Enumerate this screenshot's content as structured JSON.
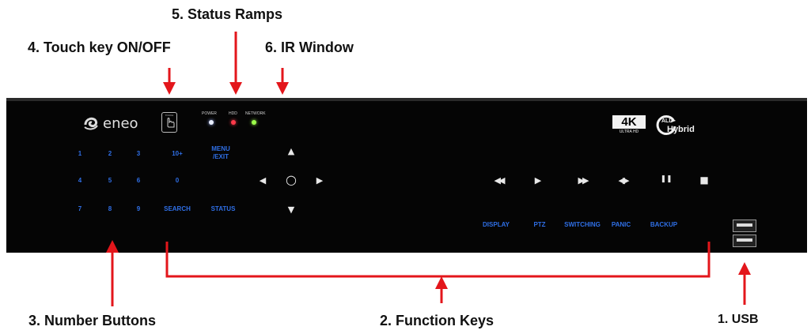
{
  "callouts": {
    "status_ramps": "5. Status Ramps",
    "touch_key": "4. Touch key ON/OFF",
    "ir_window": "6. IR Window",
    "number_buttons": "3. Number Buttons",
    "function_keys": "2. Function Keys",
    "usb": "1. USB"
  },
  "panel": {
    "brand": "eneo",
    "touch_icon_label": "TOUCH",
    "leds": [
      {
        "label": "POWER",
        "color": "#e9efff"
      },
      {
        "label": "HDD",
        "color": "#ff3a4a"
      },
      {
        "label": "NETWORK",
        "color": "#9cff4a"
      }
    ],
    "badge_4k": "4K",
    "badge_ultra": "ULTRA HD",
    "badge_all": "ALL",
    "badge_hybrid": "Hybrid",
    "number_keys": [
      "1",
      "2",
      "3",
      "10+",
      "4",
      "5",
      "6",
      "0",
      "7",
      "8",
      "9",
      "SEARCH"
    ],
    "menu_exit_1": "MENU",
    "menu_exit_2": "/EXIT",
    "status": "STATUS",
    "nav": {
      "up": "▲",
      "left": "◀",
      "ok": "○",
      "right": "▶",
      "down": "▼"
    },
    "playback": {
      "rewind": "◀◀",
      "play": "▶",
      "forward": "▶▶",
      "step": "◀▶",
      "pause": "❚❚",
      "stop": "■"
    },
    "function_keys": [
      "DISPLAY",
      "PTZ",
      "SWITCHING",
      "PANIC",
      "BACKUP"
    ]
  },
  "colors": {
    "key_blue": "#2f6fe6",
    "arrow_red": "#e3161b"
  }
}
